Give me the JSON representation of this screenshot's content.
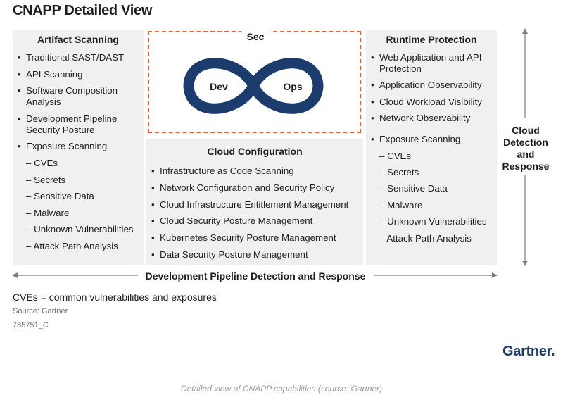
{
  "title": "CNAPP Detailed View",
  "artifact_scanning": {
    "heading": "Artifact Scanning",
    "items": [
      {
        "type": "bullet",
        "text": "Traditional SAST/DAST"
      },
      {
        "type": "bullet",
        "text": "API Scanning"
      },
      {
        "type": "bullet",
        "text": "Software Composition Analysis"
      },
      {
        "type": "bullet",
        "text": "Development Pipeline Security Posture"
      },
      {
        "type": "bullet",
        "text": "Exposure Scanning"
      },
      {
        "type": "dash",
        "text": "– CVEs"
      },
      {
        "type": "dash",
        "text": "– Secrets"
      },
      {
        "type": "dash",
        "text": "– Sensitive Data"
      },
      {
        "type": "dash",
        "text": "– Malware"
      },
      {
        "type": "dash",
        "text": "– Unknown Vulnerabilities"
      },
      {
        "type": "dash",
        "text": "– Attack Path Analysis"
      }
    ]
  },
  "devsecops": {
    "sec_label": "Sec",
    "dev_label": "Dev",
    "ops_label": "Ops",
    "accent_color": "#e8612c",
    "loop_color": "#1b3c6d"
  },
  "cloud_configuration": {
    "heading": "Cloud Configuration",
    "items": [
      "Infrastructure as Code Scanning",
      "Network Configuration and Security Policy",
      "Cloud Infrastructure Entitlement Management",
      "Cloud Security Posture Management",
      "Kubernetes Security Posture Management",
      "Data Security Posture Management"
    ]
  },
  "runtime_protection": {
    "heading": "Runtime Protection",
    "items_top": [
      "Web Application and API Protection",
      "Application Observability",
      "Cloud Workload Visibility",
      "Network Observability"
    ],
    "items_bottom": [
      {
        "type": "bullet",
        "text": "Exposure Scanning"
      },
      {
        "type": "dash",
        "text": "– CVEs"
      },
      {
        "type": "dash",
        "text": "– Secrets"
      },
      {
        "type": "dash",
        "text": "– Sensitive Data"
      },
      {
        "type": "dash",
        "text": "– Malware"
      },
      {
        "type": "dash",
        "text": "– Unknown Vulnerabilities"
      },
      {
        "type": "dash",
        "text": "– Attack Path Analysis"
      }
    ]
  },
  "side_label": "Cloud Detection and Response",
  "bottom_label": "Development Pipeline Detection and Response",
  "footnote": "CVEs = common vulnerabilities and exposures",
  "source": "Source: Gartner",
  "doc_code": "785751_C",
  "brand": "Gartner.",
  "caption": "Detailed view of CNAPP capabilities (source: Gartner)"
}
